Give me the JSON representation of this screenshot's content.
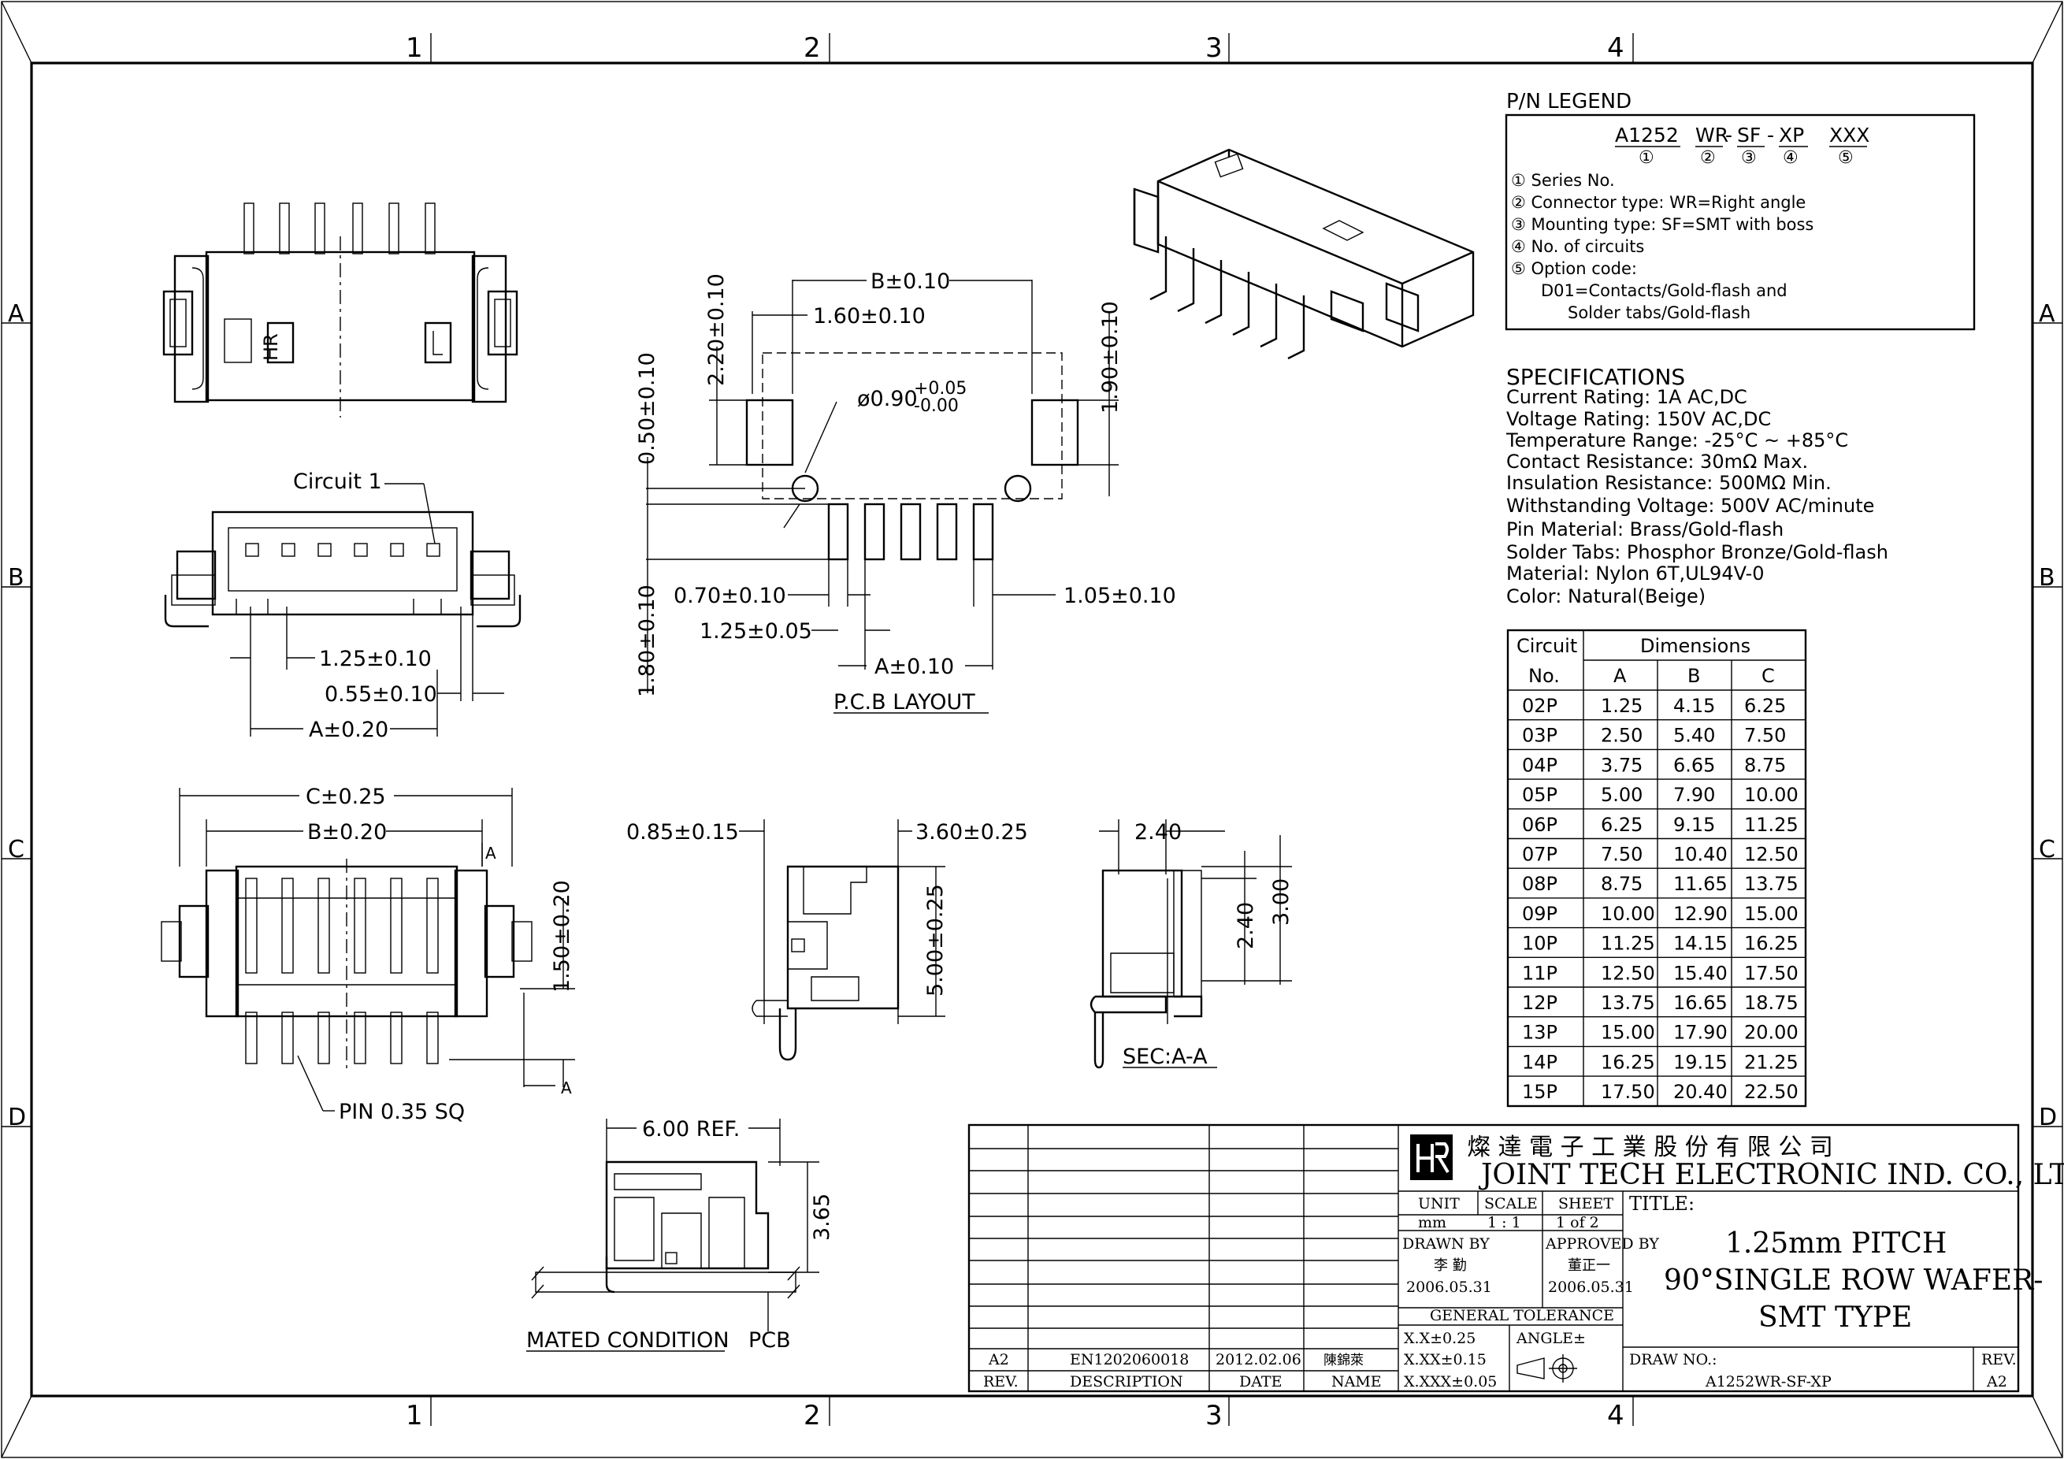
{
  "border": {
    "columns": [
      "1",
      "2",
      "3",
      "4"
    ],
    "rows": [
      "A",
      "B",
      "C",
      "D"
    ]
  },
  "legend": {
    "title": "P/N LEGEND",
    "code_parts": [
      "A1252",
      "WR",
      "-",
      "SF",
      "-",
      "XP",
      "XXX"
    ],
    "code_marks": [
      "①",
      "②",
      "③",
      "④",
      "⑤"
    ],
    "lines": [
      "① Series No.",
      "② Connector type: WR=Right angle",
      "③ Mounting type: SF=SMT with boss",
      "④ No. of circuits",
      "⑤ Option code:",
      "D01=Contacts/Gold-flash and",
      "Solder tabs/Gold-flash"
    ]
  },
  "specs": {
    "title": "SPECIFICATIONS",
    "lines": [
      "Current Rating: 1A AC,DC",
      "Voltage Rating: 150V AC,DC",
      "Temperature Range: -25°C ~ +85°C",
      "Contact Resistance: 30mΩ Max.",
      "Insulation Resistance: 500MΩ Min.",
      "Withstanding Voltage: 500V AC/minute",
      "Pin Material: Brass/Gold-flash",
      "Solder Tabs: Phosphor Bronze/Gold-flash",
      "Material: Nylon 6T,UL94V-0",
      "Color: Natural(Beige)"
    ]
  },
  "dim_table": {
    "header_circuit": "Circuit",
    "header_no": "No.",
    "header_dimensions": "Dimensions",
    "columns": [
      "A",
      "B",
      "C"
    ],
    "rows": [
      [
        "02P",
        "1.25",
        "4.15",
        "6.25"
      ],
      [
        "03P",
        "2.50",
        "5.40",
        "7.50"
      ],
      [
        "04P",
        "3.75",
        "6.65",
        "8.75"
      ],
      [
        "05P",
        "5.00",
        "7.90",
        "10.00"
      ],
      [
        "06P",
        "6.25",
        "9.15",
        "11.25"
      ],
      [
        "07P",
        "7.50",
        "10.40",
        "12.50"
      ],
      [
        "08P",
        "8.75",
        "11.65",
        "13.75"
      ],
      [
        "09P",
        "10.00",
        "12.90",
        "15.00"
      ],
      [
        "10P",
        "11.25",
        "14.15",
        "16.25"
      ],
      [
        "11P",
        "12.50",
        "15.40",
        "17.50"
      ],
      [
        "12P",
        "13.75",
        "16.65",
        "18.75"
      ],
      [
        "13P",
        "15.00",
        "17.90",
        "20.00"
      ],
      [
        "14P",
        "16.25",
        "19.15",
        "21.25"
      ],
      [
        "15P",
        "17.50",
        "20.40",
        "22.50"
      ]
    ]
  },
  "dims": {
    "circuit1": "Circuit 1",
    "pitch": "1.25±0.10",
    "d055": "0.55±0.10",
    "a020": "A±0.20",
    "c025": "C±0.25",
    "b020": "B±0.20",
    "a_mark": "A",
    "h150": "1.50±0.20",
    "pin": "PIN 0.35 SQ",
    "b010": "B±0.10",
    "d160": "1.60±0.10",
    "d220": "2.20±0.10",
    "d050": "0.50±0.10",
    "hole": "ø0.90",
    "hole_plus": "+0.05",
    "hole_minus": "-0.00",
    "d190": "1.90±0.10",
    "d070": "0.70±0.10",
    "d125b": "1.25±0.05",
    "d105": "1.05±0.10",
    "a010": "A±0.10",
    "d180": "1.80±0.10",
    "pcb_layout": "P.C.B LAYOUT",
    "d085": "0.85±0.15",
    "d360": "3.60±0.25",
    "d500": "5.00±0.25",
    "d240a": "2.40",
    "d240b": "2.40",
    "d300": "3.00",
    "sec": "SEC:A-A",
    "d600": "6.00 REF.",
    "d365": "3.65",
    "mated": "MATED CONDITION",
    "pcb": "PCB",
    "hr_mark": "HR"
  },
  "title_block": {
    "company_cn": "燦 達 電 子 工 業 股 份 有 限 公 司",
    "company_en": "JOINT TECH ELECTRONIC IND. CO., LTD.",
    "unit_label": "UNIT",
    "unit_value": "mm",
    "scale_label": "SCALE",
    "scale_value": "1 : 1",
    "sheet_label": "SHEET",
    "sheet_value": "1 of 2",
    "drawn_label": "DRAWN BY",
    "drawn_name": "李 勤",
    "drawn_date": "2006.05.31",
    "approved_label": "APPROVED BY",
    "approved_name": "董正一",
    "approved_date": "2006.05.31",
    "tol_label": "GENERAL TOLERANCE",
    "tol1": "X.X±0.25",
    "tol2": "X.XX±0.15",
    "tol3": "X.XXX±0.05",
    "angle_label": "ANGLE±",
    "title_label": "TITLE:",
    "title_lines": [
      "1.25mm PITCH",
      "90°SINGLE ROW WAFER-",
      "SMT TYPE"
    ],
    "drawno_label": "DRAW NO.:",
    "drawno_value": "A1252WR-SF-XP",
    "rev_label": "REV.",
    "rev_value": "A2",
    "rev_row": {
      "rev": "A2",
      "desc": "EN1202060018",
      "date": "2012.02.06",
      "name": "陳錦萊"
    },
    "rev_headers": {
      "rev": "REV.",
      "desc": "DESCRIPTION",
      "date": "DATE",
      "name": "NAME"
    }
  }
}
